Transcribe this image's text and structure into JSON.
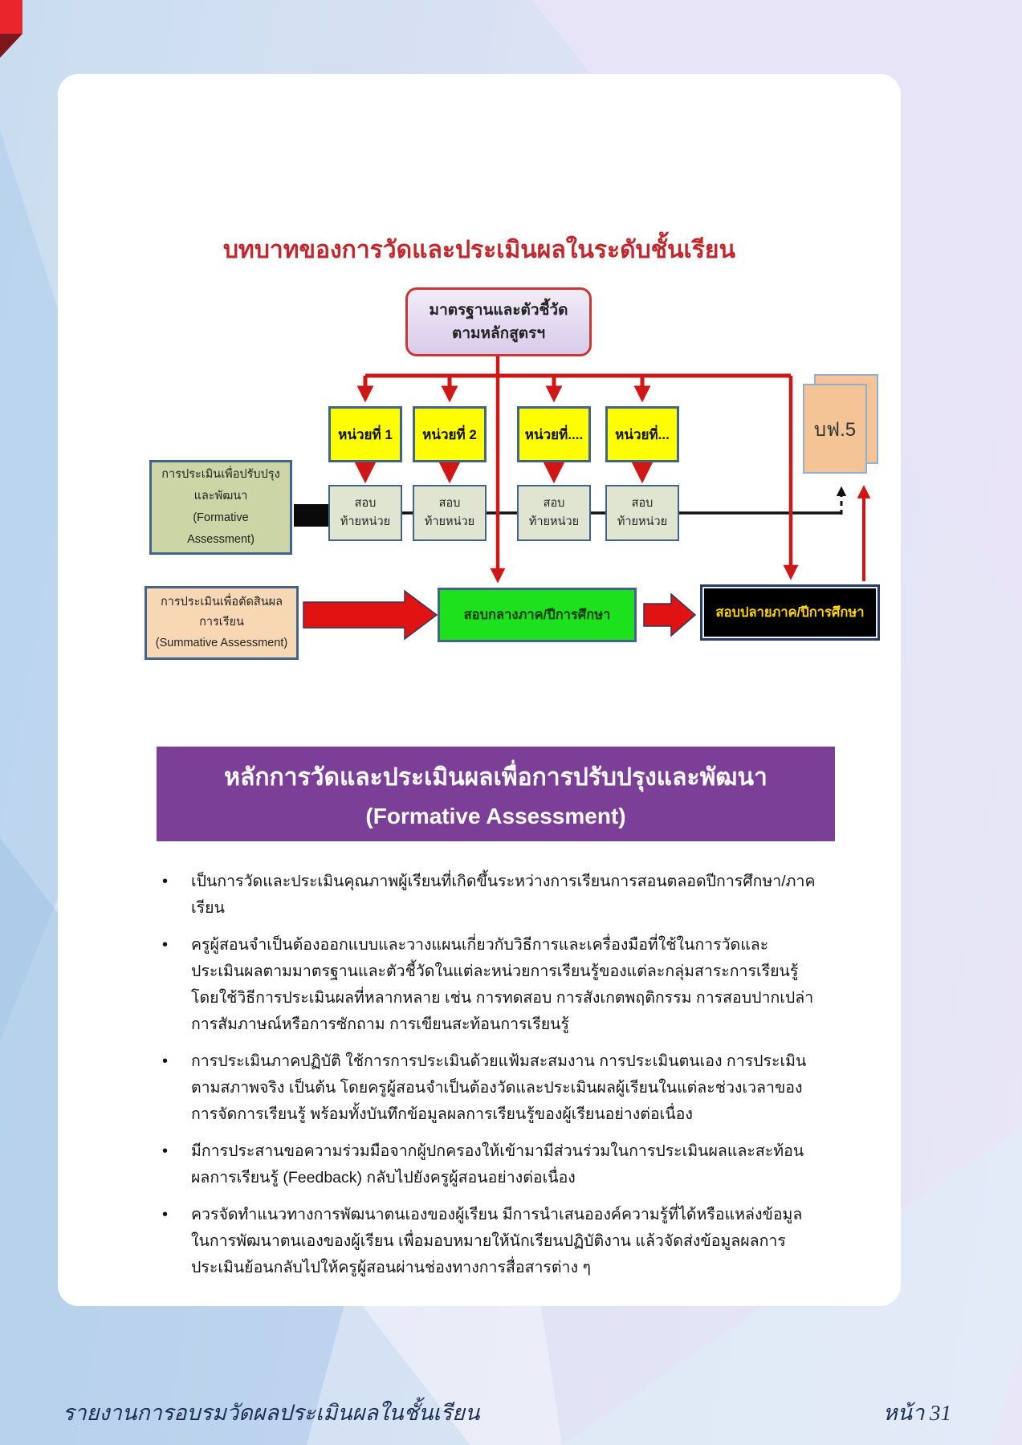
{
  "page": {
    "title": "บทบาทของการวัดและประเมินผลในระดับชั้นเรียน"
  },
  "diagram": {
    "standards_box": {
      "line1": "มาตรฐานและตัวชี้วัด",
      "line2": "ตามหลักสูตรฯ"
    },
    "units": [
      {
        "label": "หน่วยที่ 1"
      },
      {
        "label": "หน่วยที่ 2"
      },
      {
        "label": "หน่วยที่...."
      },
      {
        "label": "หน่วยที่..."
      }
    ],
    "unit_tests": [
      {
        "line1": "สอบ",
        "line2": "ท้ายหน่วย"
      },
      {
        "line1": "สอบ",
        "line2": "ท้ายหน่วย"
      },
      {
        "line1": "สอบ",
        "line2": "ท้ายหน่วย"
      },
      {
        "line1": "สอบ",
        "line2": "ท้ายหน่วย"
      }
    ],
    "form_box": {
      "label": "บฟ.5"
    },
    "formative_box": {
      "line1": "การประเมินเพื่อปรับปรุง",
      "line2": "และพัฒนา",
      "line3": "(Formative",
      "line4": "Assessment)"
    },
    "summative_box": {
      "line1": "การประเมินเพื่อตัดสินผล",
      "line2": "การเรียน",
      "line3": "(Summative Assessment)"
    },
    "midterm_box": {
      "label": "สอบกลางภาค/ปีการศึกษา"
    },
    "final_box": {
      "label": "สอบปลายภาค/ปีการศึกษา"
    }
  },
  "section": {
    "heading_line1": "หลักการวัดและประเมินผลเพื่อการปรับปรุงและพัฒนา",
    "heading_line2": "(Formative Assessment)",
    "bullet_marker": "•",
    "bullets": [
      "เป็นการวัดและประเมินคุณภาพผู้เรียนที่เกิดขึ้นระหว่างการเรียนการสอนตลอดปีการศึกษา/ภาคเรียน",
      "ครูผู้สอนจำเป็นต้องออกแบบและวางแผนเกี่ยวกับวิธีการและเครื่องมือที่ใช้ในการวัดและประเมินผลตามมาตรฐานและตัวชี้วัดในแต่ละหน่วยการเรียนรู้ของแต่ละกลุ่มสาระการเรียนรู้ โดยใช้วิธีการประเมินผลที่หลากหลาย เช่น การทดสอบ การสังเกตพฤติกรรม การสอบปากเปล่า การสัมภาษณ์หรือการซักถาม การเขียนสะท้อนการเรียนรู้",
      "การประเมินภาคปฏิบัติ ใช้การการประเมินด้วยแฟ้มสะสมงาน การประเมินตนเอง การประเมินตามสภาพจริง เป็นต้น โดยครูผู้สอนจำเป็นต้องวัดและประเมินผลผู้เรียนในแต่ละช่วงเวลาของการจัดการเรียนรู้ พร้อมทั้งบันทึกข้อมูลผลการเรียนรู้ของผู้เรียนอย่างต่อเนื่อง",
      "มีการประสานขอความร่วมมือจากผู้ปกครองให้เข้ามามีส่วนร่วมในการประเมินผลและสะท้อนผลการเรียนรู้ (Feedback) กลับไปยังครูผู้สอนอย่างต่อเนื่อง",
      "ควรจัดทำแนวทางการพัฒนาตนเองของผู้เรียน มีการนำเสนอองค์ความรู้ที่ได้หรือแหล่งข้อมูลในการพัฒนาตนเองของผู้เรียน เพื่อมอบหมายให้นักเรียนปฏิบัติงาน แล้วจัดส่งข้อมูลผลการประเมินย้อนกลับไปให้ครูผู้สอนผ่านช่องทางการสื่อสารต่าง ๆ"
    ]
  },
  "footer": {
    "left": "รายงานการอบรมวัดผลประเมินผลในชั้นเรียน",
    "right": "หน้า 31"
  },
  "colors": {
    "title_red": "#c2272d",
    "purple_header": "#7b3f98",
    "unit_yellow": "#fefe00",
    "test_box_green": "#dfe5d0",
    "formative_green": "#cbd5a5",
    "summative_peach": "#f8d8b4",
    "midterm_green": "#1ee11e",
    "final_box_black": "#000000",
    "final_text_yellow": "#ffd400",
    "bf5_peach": "#f4c497",
    "arrow_red": "#cf1717",
    "footer_navy": "#1b2f55"
  }
}
